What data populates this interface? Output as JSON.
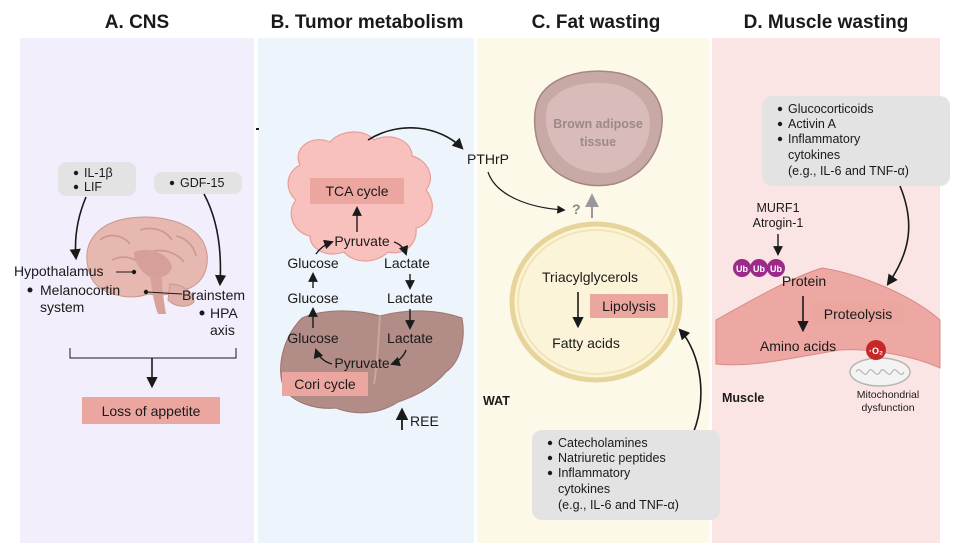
{
  "colors": {
    "cns_panel": "#f2eefb",
    "tumor_panel": "#eef4fb",
    "fat_panel": "#fcf9e8",
    "muscle_panel": "#fbe4e4",
    "highlight_box": "#eca6a0",
    "tumor_fill": "#f9c1bd",
    "liver_fill": "#b28c86",
    "callout_grey": "#e3e3e3",
    "ub_purple": "#9c2a8a"
  },
  "panels": {
    "cns": {
      "title": "A. CNS",
      "cue_box_left": [
        "IL-1β",
        "LIF"
      ],
      "cue_box_right": [
        "GDF-15"
      ],
      "hypothalamus": "Hypothalamus",
      "melanocortin": [
        "Melanocortin",
        "system"
      ],
      "brainstem": "Brainstem",
      "hpa": [
        "HPA",
        "axis"
      ],
      "outcome": "Loss of appetite"
    },
    "tumor": {
      "title": "B. Tumor metabolism",
      "tca": "TCA cycle",
      "pyruvate_top": "Pyruvate",
      "glucose_top": "Glucose",
      "lactate_top": "Lactate",
      "glucose_mid": "Glucose",
      "lactate_mid": "Lactate",
      "glucose_bottom": "Glucose",
      "lactate_bottom": "Lactate",
      "pyruvate_bottom": "Pyruvate",
      "cori": "Cori cycle",
      "ree": "REE",
      "pthrp": "PTHrP"
    },
    "fat": {
      "title": "C. Fat wasting",
      "brown": [
        "Brown adipose",
        "tissue"
      ],
      "question": "?",
      "tag": "Triacylglycerols",
      "lipolysis": "Lipolysis",
      "fatty": "Fatty acids",
      "wat": "WAT",
      "callout": [
        "Catecholamines",
        "Natriuretic peptides",
        "Inflammatory"
      ],
      "callout_extra": [
        "cytokines",
        "(e.g., IL-6 and TNF-α)"
      ]
    },
    "muscle": {
      "title": "D. Muscle wasting",
      "callout": [
        "Glucocorticoids",
        "Activin A",
        "Inflammatory"
      ],
      "callout_extra": [
        "cytokines",
        "(e.g., IL-6 and TNF-α)"
      ],
      "murf": "MURF1",
      "atrogin": "Atrogin-1",
      "ub": "Ub",
      "protein": "Protein",
      "proteolysis": "Proteolysis",
      "amino": "Amino acids",
      "o2": "·O₂",
      "mito": [
        "Mitochondrial",
        "dysfunction"
      ],
      "muscle_label": "Muscle"
    }
  }
}
